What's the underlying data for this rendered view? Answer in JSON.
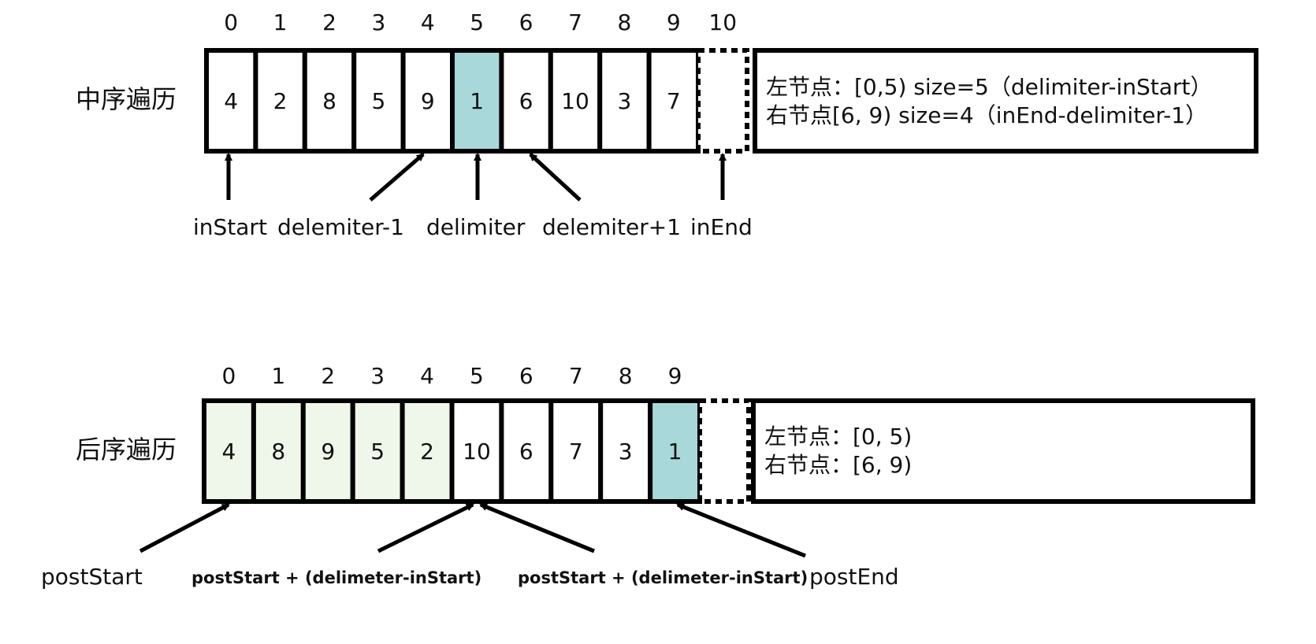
{
  "inorder": {
    "label": "中序遍历",
    "indices": [
      "0",
      "1",
      "2",
      "3",
      "4",
      "5",
      "6",
      "7",
      "8",
      "9",
      "10"
    ],
    "values": [
      "4",
      "2",
      "8",
      "5",
      "9",
      "1",
      "6",
      "10",
      "3",
      "7"
    ],
    "highlight": [
      5
    ],
    "note_lines": [
      "左节点：[0,5) size=5（delimiter-inStart）",
      "右节点[6, 9) size=4（inEnd-delimiter-1）"
    ],
    "pointers": [
      {
        "text": "inStart"
      },
      {
        "text": "delemiter-1"
      },
      {
        "text": "delimiter"
      },
      {
        "text": "delemiter+1"
      },
      {
        "text": "inEnd"
      }
    ]
  },
  "postorder": {
    "label": "后序遍历",
    "indices": [
      "0",
      "1",
      "2",
      "3",
      "4",
      "5",
      "6",
      "7",
      "8",
      "9"
    ],
    "values": [
      "4",
      "8",
      "9",
      "5",
      "2",
      "10",
      "6",
      "7",
      "3",
      "1"
    ],
    "light_cells": [
      0,
      1,
      2,
      3,
      4
    ],
    "highlight": [
      9
    ],
    "note_lines": [
      "左节点：[0, 5)",
      "右节点：[6, 9)"
    ],
    "pointers": [
      {
        "text": "postStart"
      },
      {
        "text": "postStart + (delimeter-inStart)"
      },
      {
        "text": "postStart + (delimeter-inStart)"
      },
      {
        "text": "postEnd"
      }
    ]
  },
  "colors": {
    "highlight": "#a8d8da",
    "light": "#eef7ea",
    "border": "#000000",
    "background": "#ffffff"
  }
}
